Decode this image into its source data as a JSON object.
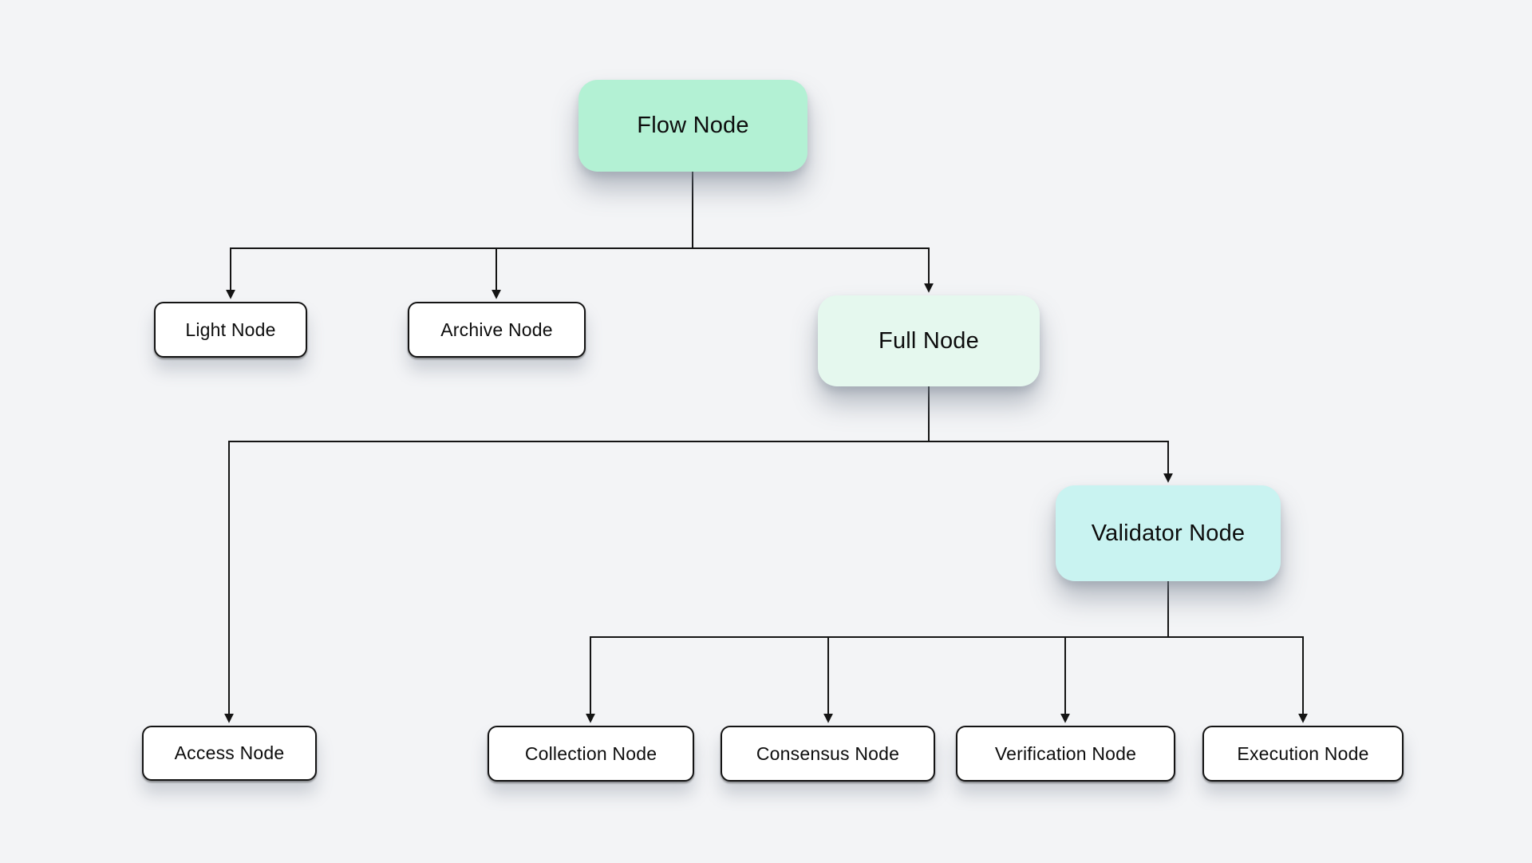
{
  "page": {
    "background_color": "#f3f4f6",
    "line_color": "#141414",
    "text_color": "#0d0d0d"
  },
  "diagram": {
    "type": "org-tree-flowchart",
    "nodes": [
      {
        "id": "flow",
        "label": "Flow Node",
        "level": "root",
        "fill": "#b3f1d4"
      },
      {
        "id": "light",
        "label": "Light Node",
        "level": "leaf",
        "fill": "#ffffff"
      },
      {
        "id": "archive",
        "label": "Archive Node",
        "level": "leaf",
        "fill": "#ffffff"
      },
      {
        "id": "full",
        "label": "Full Node",
        "level": "branch",
        "fill": "#e5f8ee"
      },
      {
        "id": "access",
        "label": "Access Node",
        "level": "leaf",
        "fill": "#ffffff"
      },
      {
        "id": "validator",
        "label": "Validator Node",
        "level": "branch",
        "fill": "#c9f3f1"
      },
      {
        "id": "collection",
        "label": "Collection Node",
        "level": "leaf",
        "fill": "#ffffff"
      },
      {
        "id": "consensus",
        "label": "Consensus Node",
        "level": "leaf",
        "fill": "#ffffff"
      },
      {
        "id": "verification",
        "label": "Verification Node",
        "level": "leaf",
        "fill": "#ffffff"
      },
      {
        "id": "execution",
        "label": "Execution Node",
        "level": "leaf",
        "fill": "#ffffff"
      }
    ],
    "edges": [
      {
        "from": "flow",
        "to": "light"
      },
      {
        "from": "flow",
        "to": "archive"
      },
      {
        "from": "flow",
        "to": "full"
      },
      {
        "from": "full",
        "to": "access"
      },
      {
        "from": "full",
        "to": "validator"
      },
      {
        "from": "validator",
        "to": "collection"
      },
      {
        "from": "validator",
        "to": "consensus"
      },
      {
        "from": "validator",
        "to": "verification"
      },
      {
        "from": "validator",
        "to": "execution"
      }
    ]
  }
}
